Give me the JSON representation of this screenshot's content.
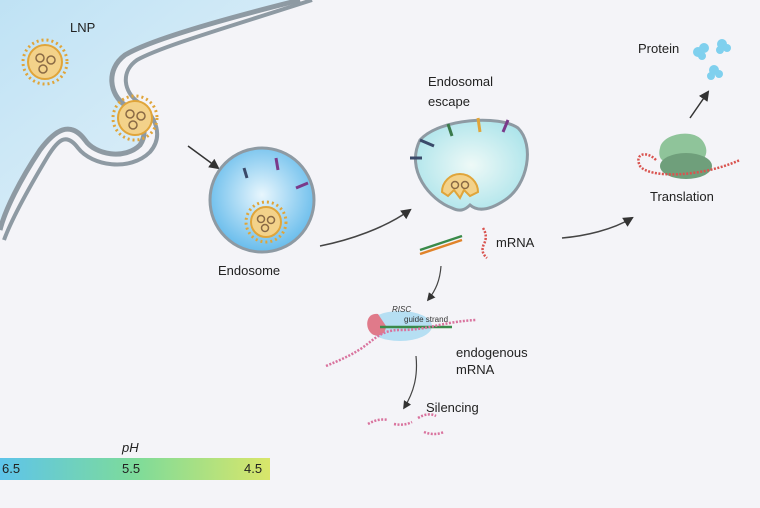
{
  "labels": {
    "lnp": "LNP",
    "endosome": "Endosome",
    "endosomal_escape_1": "Endosomal",
    "endosomal_escape_2": "escape",
    "mrna": "mRNA",
    "protein": "Protein",
    "translation": "Translation",
    "risc": "RISC",
    "guide_strand": "guide strand",
    "endogenous_1": "endogenous",
    "endogenous_2": "mRNA",
    "silencing": "Silencing"
  },
  "ph_scale": {
    "title": "pH",
    "ticks": [
      "6.5",
      "5.5",
      "4.5"
    ],
    "colors": [
      "#5ec4ea",
      "#7ddb9a",
      "#d9e66a"
    ]
  },
  "colors": {
    "membrane": "#8e9aa3",
    "cytoplasm": "#c8e6f5",
    "endosome_fill": "#7ec8f0",
    "lnp_core": "#f3d28a",
    "lnp_spike": "#e0a53a",
    "arrow": "#444444",
    "mrna_red": "#d9534f",
    "mrna_pink": "#d9739e",
    "ribosome": "#7fb38a",
    "protein": "#7fd0ee"
  }
}
